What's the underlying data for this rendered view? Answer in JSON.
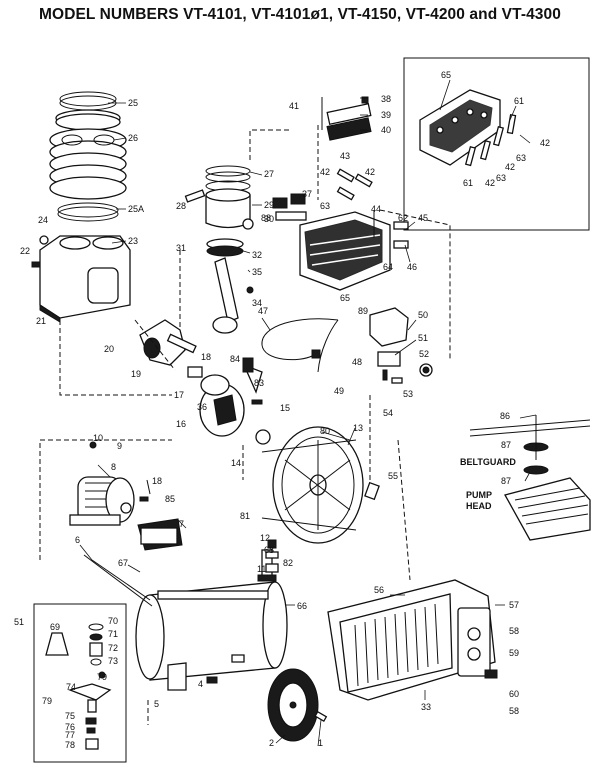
{
  "title": "MODEL NUMBERS VT-4101, VT-4101ø1, VT-4150, VT-4200 and VT-4300",
  "labels": {
    "beltguard": "BELTGUARD",
    "pump": "PUMP",
    "head": "HEAD"
  },
  "parts": [
    "1",
    "2",
    "4",
    "5",
    "6",
    "7",
    "8",
    "9",
    "10",
    "11",
    "12",
    "13",
    "14",
    "15",
    "16",
    "17",
    "18",
    "19",
    "20",
    "21",
    "22",
    "23",
    "24",
    "25",
    "25A",
    "26",
    "27",
    "28",
    "29",
    "30",
    "31",
    "32",
    "33",
    "34",
    "35",
    "36",
    "37",
    "38",
    "39",
    "40",
    "41",
    "42",
    "43",
    "44",
    "45",
    "46",
    "47",
    "48",
    "49",
    "50",
    "51",
    "52",
    "53",
    "54",
    "55",
    "56",
    "57",
    "58",
    "59",
    "60",
    "61",
    "62",
    "63",
    "64",
    "65",
    "66",
    "67",
    "68",
    "69",
    "70",
    "71",
    "72",
    "73",
    "74",
    "75",
    "76",
    "77",
    "78",
    "79",
    "80",
    "81",
    "82",
    "83",
    "84",
    "85",
    "86",
    "87",
    "88",
    "89"
  ]
}
